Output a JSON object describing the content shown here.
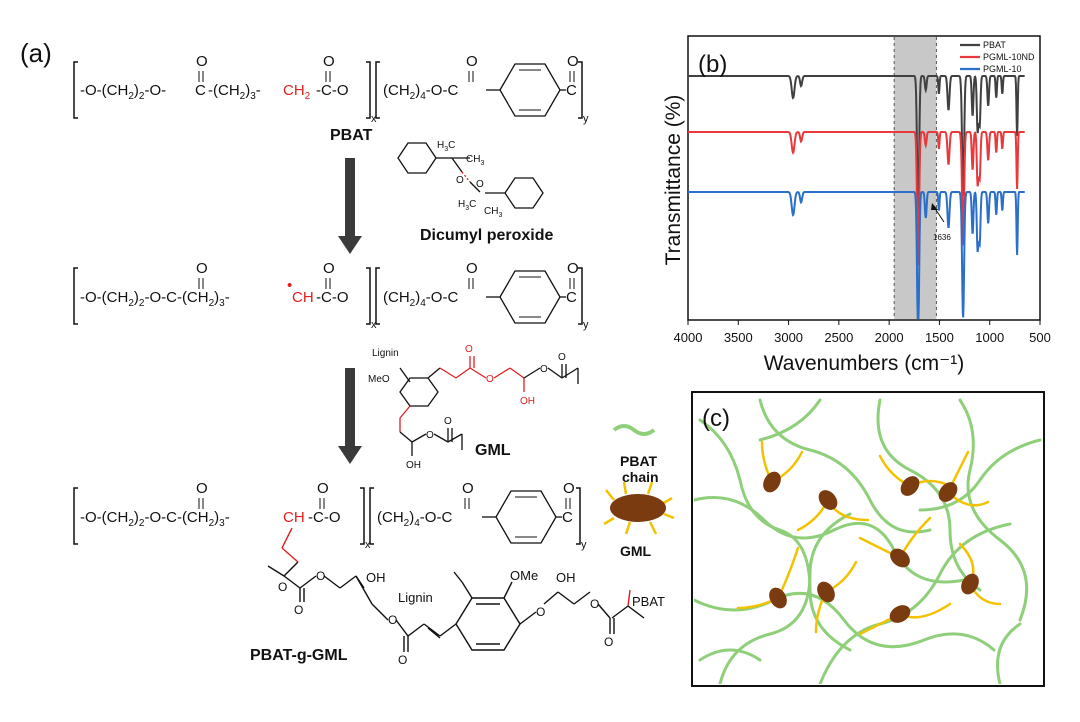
{
  "panel_a": {
    "label": "(a)",
    "pbat_name": "PBAT",
    "dcp_name": "Dicumyl peroxide",
    "gml_name": "GML",
    "graft_name": "PBAT-g-GML",
    "lignin": "Lignin",
    "lignin_o": "Lignin",
    "ome": "OMe",
    "meo": "MeO",
    "oh": "OH",
    "pbat_tag": "PBAT",
    "h3c": "H",
    "ch3": "CH",
    "sub3": "3",
    "sub2": "2",
    "sub_x": "x",
    "sub_y": "y",
    "frag_o": "O",
    "frag_c": "C",
    "frag_ch2": "CH",
    "frag_ch": "CH",
    "frag_dash": "–"
  },
  "panel_b": {
    "label": "(b)",
    "annotation": "1636",
    "chart_data": {
      "type": "line",
      "xlabel": "Wavenumbers (cm⁻¹)",
      "ylabel": "Transmittance (%)",
      "x_ticks": [
        4000,
        3500,
        3000,
        2500,
        2000,
        1500,
        1000,
        500
      ],
      "xlim": [
        4000,
        500
      ],
      "x_reversed": true,
      "legend_position": "top-right",
      "highlight_band": [
        1950,
        1530
      ],
      "series": [
        {
          "name": "PBAT",
          "color": "#404040"
        },
        {
          "name": "PGML-10ND",
          "color": "#e8393c"
        },
        {
          "name": "PGML-10",
          "color": "#2a6fc9"
        }
      ]
    }
  },
  "panel_c": {
    "label": "(c)",
    "legend_chain": "PBAT\nchain",
    "legend_chain_l1": "PBAT",
    "legend_chain_l2": "chain",
    "legend_gml": "GML"
  },
  "colors": {
    "red": "#e02020",
    "arrow": "#3a3a3a",
    "green": "#8fcf7a",
    "yellow": "#f2c200",
    "brown": "#7a3b10"
  }
}
